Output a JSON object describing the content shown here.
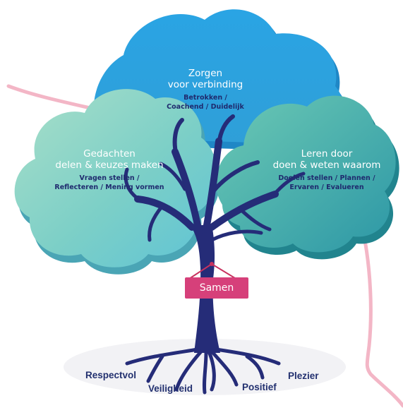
{
  "top_cloud": {
    "title_line1": "Zorgen",
    "title_line2": "voor verbinding",
    "sub_line1": "Betrokken /",
    "sub_line2": "Coachend /  Duidelijk"
  },
  "left_cloud": {
    "title_line1": "Gedachten",
    "title_line2": "delen & keuzes maken",
    "sub_line1": "Vragen stellen /",
    "sub_line2": "Reflecteren / Mening vormen"
  },
  "right_cloud": {
    "title_line1": "Leren door",
    "title_line2": "doen & weten waarom",
    "sub_line1": "Doelen stellen / Plannen /",
    "sub_line2": "Ervaren / Evalueren"
  },
  "sign": {
    "label": "Samen"
  },
  "roots": {
    "respectvol": "Respectvol",
    "veiligheid": "Veiligheid",
    "positief": "Positief",
    "plezier": "Plezier"
  },
  "colors": {
    "top_cloud": "#2fa6e2",
    "left_cloud": "#7fd0c6",
    "right_cloud": "#36a6ad",
    "trunk": "#252c78",
    "sign": "#d6407a",
    "root_text": "#22306f",
    "line": "#f3b6c6"
  }
}
